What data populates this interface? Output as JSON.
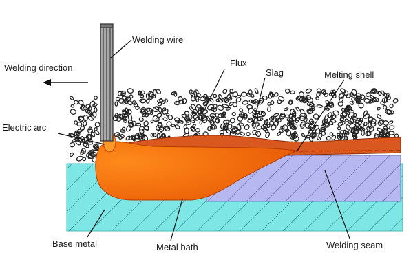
{
  "labels": {
    "welding_wire": "Welding wire",
    "welding_direction": "Welding direction",
    "flux": "Flux",
    "slag": "Slag",
    "melting_shell": "Melting shell",
    "electric_arc": "Electric arc",
    "base_metal": "Base metal",
    "metal_bath": "Metal bath",
    "welding_seam": "Welding seam"
  },
  "colors": {
    "base_metal": "#7fe6e6",
    "welding_seam": "#b8b8f0",
    "metal_bath": "#f26a0a",
    "slag": "#d8581f",
    "flux_pebble": "#222222",
    "wire": "#9a9a9a"
  }
}
